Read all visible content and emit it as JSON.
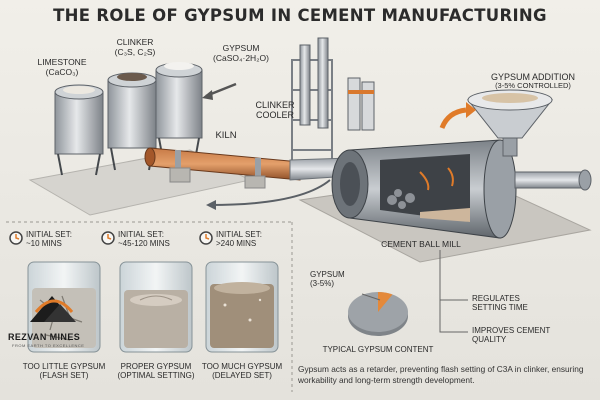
{
  "title": "THE ROLE OF GYPSUM IN CEMENT MANUFACTURING",
  "labels": {
    "limestone": "LIMESTONE",
    "limestone_formula": "(CaCO₃)",
    "clinker": "CLINKER",
    "clinker_formula": "(C₃S, C₂S)",
    "gypsum": "GYPSUM",
    "gypsum_formula": "(CaSO₄·2H₂O)",
    "kiln": "KILN",
    "clinker_cooler_1": "CLINKER",
    "clinker_cooler_2": "COOLER",
    "gypsum_addition": "GYPSUM ADDITION",
    "gypsum_addition_note": "(3-5% CONTROLLED)",
    "ball_mill": "CEMENT BALL MILL"
  },
  "beakers": [
    {
      "initial_set": "INITIAL SET:",
      "time": "~10 MINS",
      "caption_1": "TOO LITTLE GYPSUM",
      "caption_2": "(FLASH SET)"
    },
    {
      "initial_set": "INITIAL SET:",
      "time": "~45-120 MINS",
      "caption_1": "PROPER GYPSUM",
      "caption_2": "(OPTIMAL SETTING)"
    },
    {
      "initial_set": "INITIAL SET:",
      "time": ">240 MINS",
      "caption_1": "TOO MUCH GYPSUM",
      "caption_2": "(DELAYED SET)"
    }
  ],
  "pie": {
    "slice_label": "GYPSUM",
    "slice_value": "(3-5%)",
    "gypsum_fraction": 0.05,
    "caption": "TYPICAL GYPSUM CONTENT",
    "colors": {
      "gypsum": "#e4893a",
      "rest": "#9ea3a8"
    }
  },
  "effects": [
    {
      "line1": "REGULATES",
      "line2": "SETTING TIME"
    },
    {
      "line1": "IMPROVES CEMENT",
      "line2": "QUALITY"
    }
  ],
  "caption": "Gypsum acts as a retarder, preventing flash setting of C3A in clinker, ensuring workability and long-term strength development.",
  "logo": {
    "name": "REZVAN MINES",
    "tagline": "FROM EARTH TO EXCELLENCE"
  }
}
